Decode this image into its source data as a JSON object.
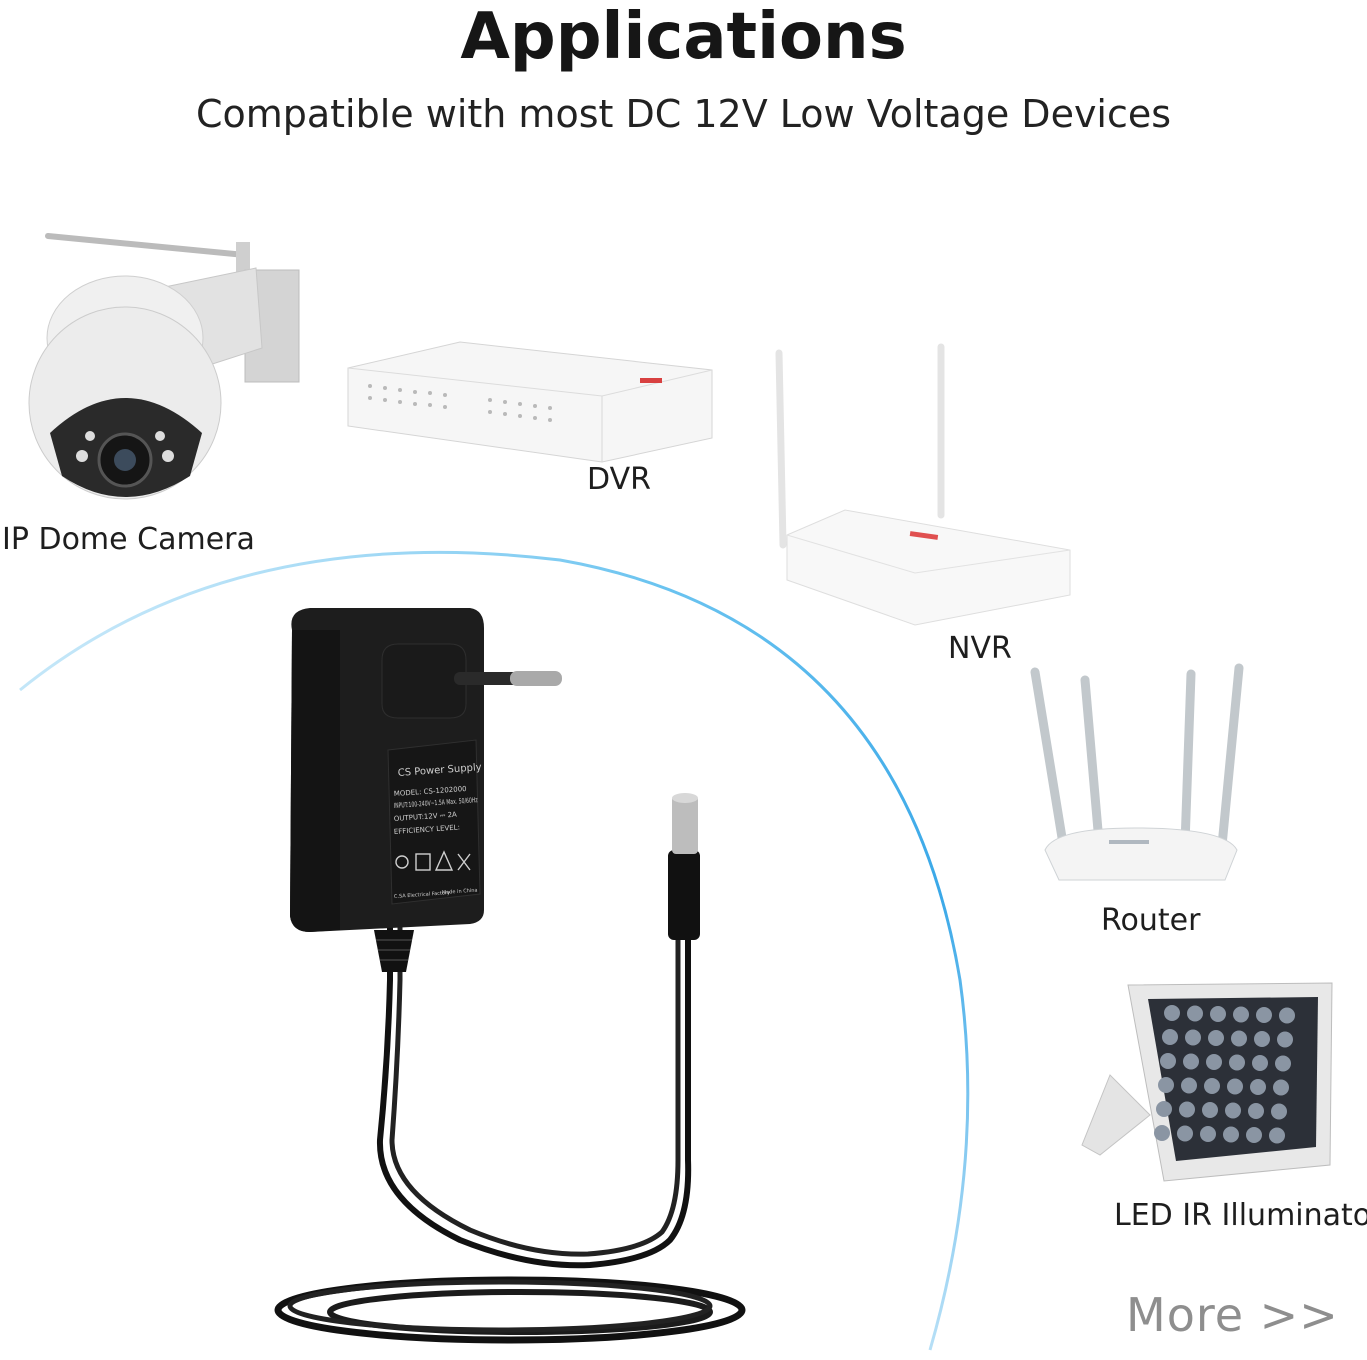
{
  "header": {
    "title": "Applications",
    "subtitle": "Compatible with most DC 12V Low Voltage Devices"
  },
  "devices": [
    {
      "name": "IP Dome Camera",
      "icon": "ip-dome-camera-icon"
    },
    {
      "name": "DVR",
      "icon": "dvr-icon"
    },
    {
      "name": "NVR",
      "icon": "nvr-icon"
    },
    {
      "name": "Router",
      "icon": "router-icon"
    },
    {
      "name": "LED IR Illuminator",
      "icon": "led-ir-illuminator-icon"
    }
  ],
  "adapter": {
    "label_lines": [
      "CS Power Supply",
      "MODEL: CS-1202000",
      "INPUT:100-240V~1.5A Max. 50/60Hz",
      "OUTPUT:12V ⎓ 2A",
      "EFFICIENCY LEVEL:",
      "C.SA Electrical Factory",
      "Made in China"
    ]
  },
  "more_link": "More >>",
  "colors": {
    "arc": "#3aa8e8",
    "adapter": "#1a1a1a",
    "more": "#8e8e8e"
  }
}
